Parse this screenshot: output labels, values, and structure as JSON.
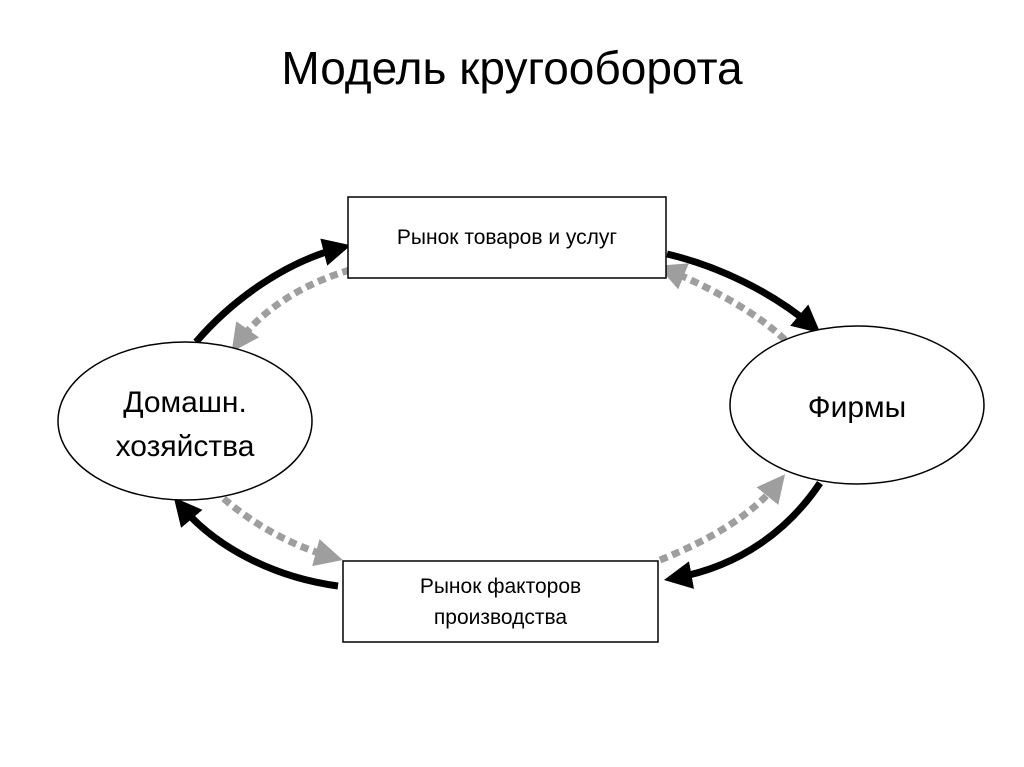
{
  "title": "Модель кругооборота",
  "nodes": {
    "goods_market": {
      "label": "Рынок товаров и услуг"
    },
    "factors_market": {
      "line1": "Рынок факторов",
      "line2": "производства"
    },
    "households": {
      "line1": "Домашн.",
      "line2": "хозяйства"
    },
    "firms": {
      "label": "Фирмы"
    }
  },
  "colors": {
    "real_flow": "#000000",
    "money_flow": "#9e9e9e",
    "background": "#ffffff"
  }
}
